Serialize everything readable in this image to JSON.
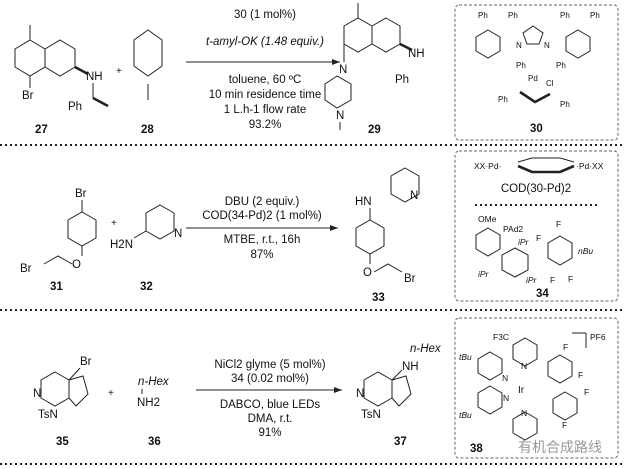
{
  "reactions": [
    {
      "reactant_a_label": "27",
      "reactant_b_label": "28",
      "product_label": "29",
      "conditions_above": [
        "30 (1 mol%)",
        "t-amyl-OK (1.48 equiv.)"
      ],
      "conditions_below": [
        "toluene, 60 ºC",
        "10 min residence time",
        "1 L.h-1 flow rate",
        "93.2%"
      ],
      "atoms": {
        "br": "Br",
        "nh": "NH",
        "ph": "Ph",
        "n": "N",
        "plus": "+"
      }
    },
    {
      "reactant_a_label": "31",
      "reactant_b_label": "32",
      "product_label": "33",
      "conditions_above": [
        "DBU (2 equiv.)",
        "COD(34-Pd)2 (1 mol%)"
      ],
      "conditions_below": [
        "MTBE, r.t., 16h",
        "87%"
      ],
      "atoms": {
        "br": "Br",
        "o": "O",
        "h2n": "H2N",
        "n": "N",
        "hn": "HN",
        "plus": "+"
      }
    },
    {
      "reactant_a_label": "35",
      "reactant_b_label": "36",
      "product_label": "37",
      "conditions_above": [
        "NiCl2 glyme (5 mol%)",
        "34 (0.02 mol%)"
      ],
      "conditions_below": [
        "DABCO, blue LEDs",
        "DMA, r.t.",
        "91%"
      ],
      "atoms": {
        "br": "Br",
        "n": "N",
        "tsn": "TsN",
        "nhex": "n-Hex",
        "nh2": "NH2",
        "nh": "NH",
        "plus": "+"
      }
    }
  ],
  "catalysts": {
    "c30": {
      "label": "30",
      "atoms": [
        "Ph",
        "Ph",
        "Ph",
        "Ph",
        "Ph",
        "Ph",
        "N",
        "N",
        "Pd",
        "Cl",
        "Ph"
      ]
    },
    "cod": {
      "caption": "COD(30-Pd)2",
      "left": "XX·Pd·",
      "right": "·Pd·XX"
    },
    "c34": {
      "label": "34",
      "atoms": [
        "OMe",
        "PAd2",
        "iPr",
        "iPr",
        "iPr",
        "F",
        "F",
        "F",
        "F",
        "nBu"
      ]
    },
    "c38": {
      "label": "38",
      "atoms": [
        "F3C",
        "PF6",
        "tBu",
        "tBu",
        "N",
        "N",
        "N",
        "N",
        "Ir",
        "F",
        "F",
        "F",
        "F"
      ]
    }
  },
  "watermark": "有机合成路线"
}
